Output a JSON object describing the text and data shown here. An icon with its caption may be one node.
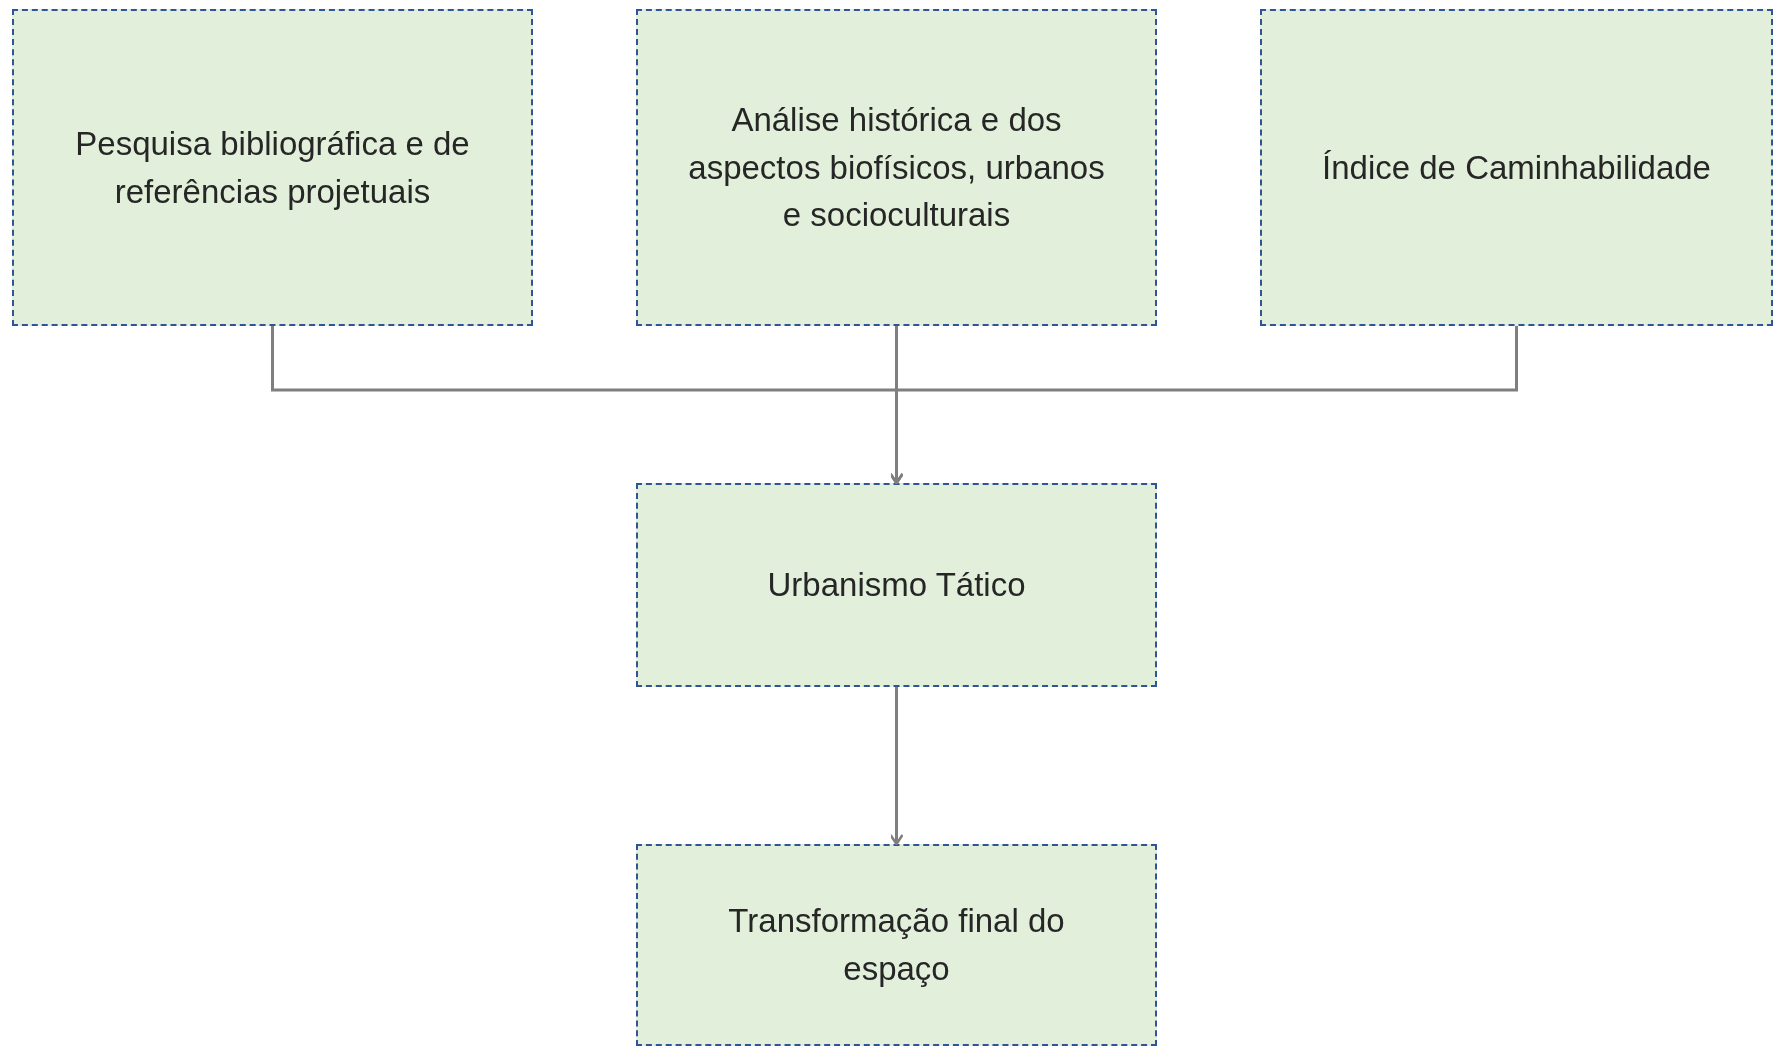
{
  "diagram": {
    "nodes": [
      {
        "text": [
          "Pesquisa bibliográfica e de referências projetuais"
        ]
      },
      {
        "text": [
          "Análise histórica e dos aspectos biofísicos, urbanos e socioculturais"
        ]
      },
      {
        "text": [
          "Índice de Caminhabilidade"
        ]
      },
      {
        "text": [
          "Urbanismo Tático"
        ]
      },
      {
        "text": [
          "Transformação final do espaço"
        ]
      }
    ],
    "edges": [
      {
        "from": 0,
        "to": 3,
        "arrow": "to"
      },
      {
        "from": 1,
        "to": 3,
        "arrow": "to"
      },
      {
        "from": 2,
        "to": 3,
        "arrow": "to"
      },
      {
        "from": 3,
        "to": 4,
        "arrow": "to"
      }
    ]
  }
}
